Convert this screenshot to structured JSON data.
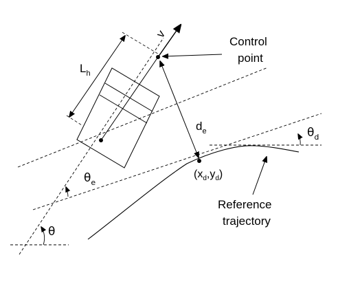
{
  "diagram": {
    "labels": {
      "velocity_symbol": "v",
      "length_symbol": "L",
      "length_subscript": "h",
      "control_point_line1": "Control",
      "control_point_line2": "point",
      "distance_symbol": "d",
      "distance_subscript": "e",
      "desired_point_open": "(x",
      "desired_point_x_subscript": "d",
      "desired_point_comma": ",y",
      "desired_point_y_subscript": "d",
      "desired_point_close": ")",
      "theta_symbol": "θ",
      "theta_d_symbol": "θ",
      "theta_d_subscript": "d",
      "theta_e_symbol": "θ",
      "theta_e_subscript": "e",
      "reference_line1": "Reference",
      "reference_line2": "trajectory"
    }
  }
}
